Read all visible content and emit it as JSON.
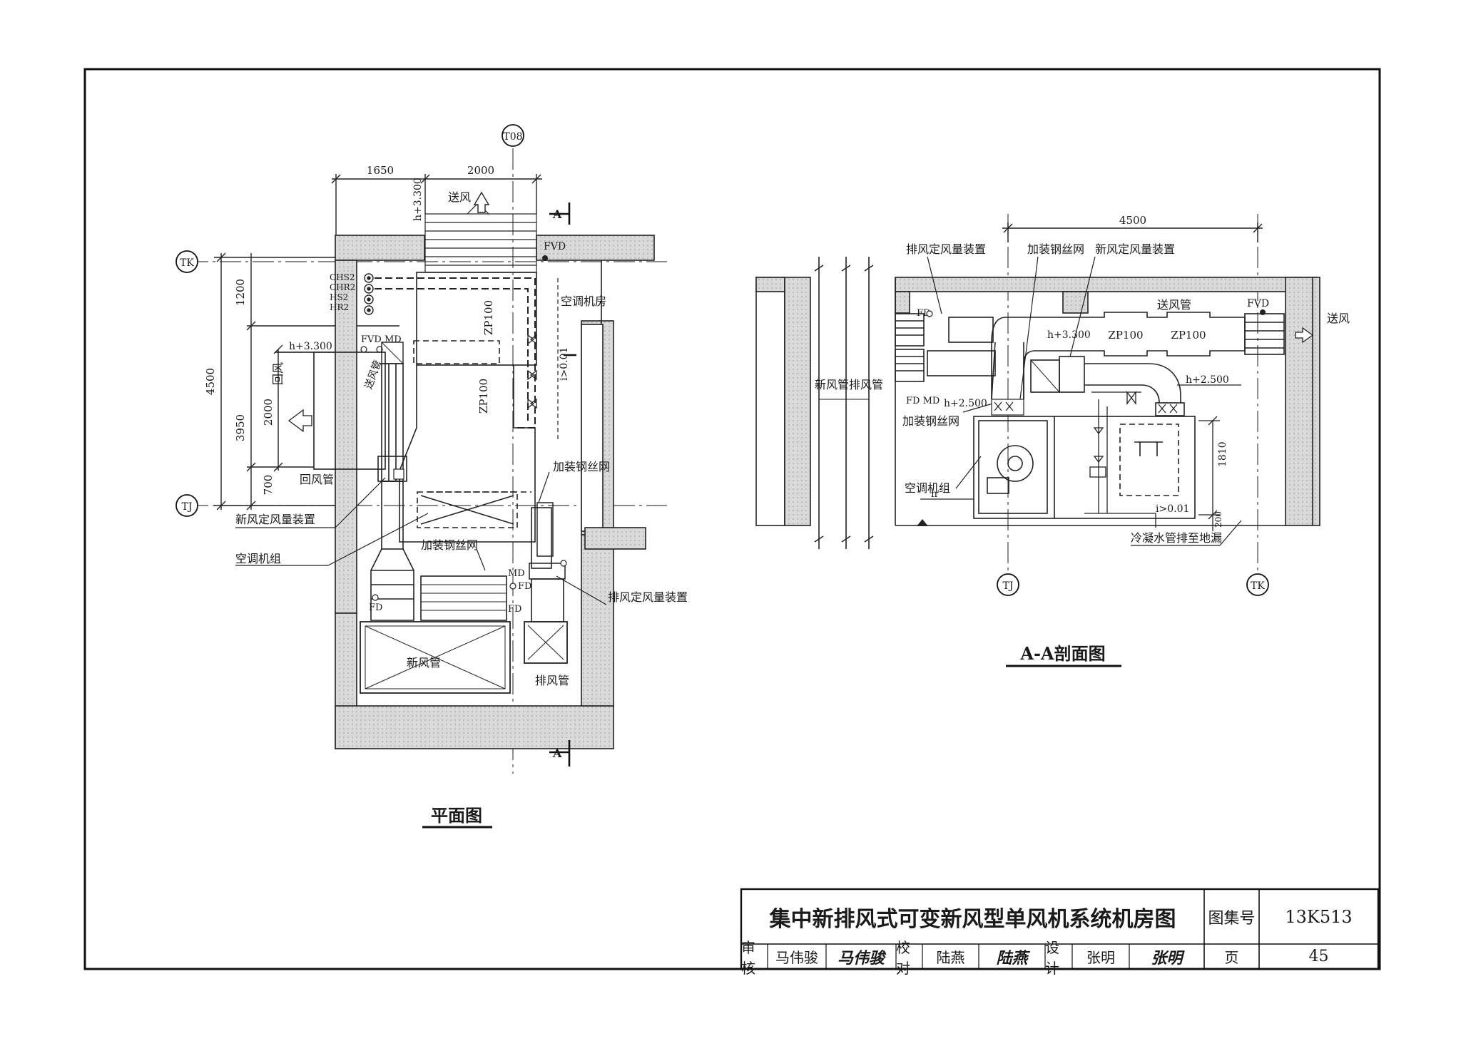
{
  "plan": {
    "title": "平面图",
    "axes": {
      "t08": "T08",
      "tk": "TK",
      "tj": "TJ"
    },
    "dims": {
      "w1650": "1650",
      "w2000": "2000",
      "h4500": "4500",
      "h1200": "1200",
      "h3950": "3950",
      "h2000": "2000",
      "h700": "700"
    },
    "labels": {
      "supply_air": "送风",
      "elev_top": "h+3.300",
      "elev_left": "h+3.300",
      "fvd_top": "FVD",
      "chs2": "CHS2",
      "chr2": "CHR2",
      "hs2": "HS2",
      "hr2": "HR2",
      "supply_duct": "送风管",
      "zp100_a": "ZP100",
      "zp100_b": "ZP100",
      "ac_room": "空调机房",
      "fvd_md": "FVD MD",
      "slope": "i>0.01",
      "return_air": "回风",
      "return_duct": "回风管",
      "steel_mesh_r": "加装钢丝网",
      "fresh_cav": "新风定风量装置",
      "ahu": "空调机组",
      "steel_mesh_b": "加装钢丝网",
      "md": "MD",
      "fd_r": "FD",
      "exhaust_cav": "排风定风量装置",
      "fd_l": "FD",
      "fd_b": "FD",
      "fresh_duct": "新风管",
      "exhaust_duct": "排风管",
      "section_a_top": "A",
      "section_a_bot": "A"
    }
  },
  "section": {
    "title": "A-A剖面图",
    "axes": {
      "tj": "TJ",
      "tk": "TK"
    },
    "dims": {
      "w4500": "4500",
      "h1810": "1810",
      "h200": "200"
    },
    "labels": {
      "exhaust_cav": "排风定风量装置",
      "steel_mesh_top": "加装钢丝网",
      "fresh_cav": "新风定风量装置",
      "supply_duct": "送风管",
      "fvd": "FVD",
      "supply_air": "送风",
      "fd": "FD",
      "elev_330": "h+3.300",
      "zp100_a": "ZP100",
      "zp100_b": "ZP100",
      "elev_250a": "h+2.500",
      "elev_250b": "h+2.500",
      "fresh_exhaust_ducts": "新风管排风管",
      "fd_md": "FD MD",
      "steel_mesh_left": "加装钢丝网",
      "ahu": "空调机组",
      "h": "h",
      "slope": "i>0.01",
      "condensate": "冷凝水管排至地漏"
    }
  },
  "title_block": {
    "drawing_title": "集中新排风式可变新风型单风机系统机房图",
    "atlas_no_label": "图集号",
    "atlas_no": "13K513",
    "review_label": "审核",
    "reviewer": "马伟骏",
    "reviewer_sig": "马伟骏",
    "check_label": "校对",
    "checker": "陆燕",
    "checker_sig": "陆燕",
    "design_label": "设计",
    "designer": "张明",
    "designer_sig": "张明",
    "page_label": "页",
    "page_no": "45"
  }
}
